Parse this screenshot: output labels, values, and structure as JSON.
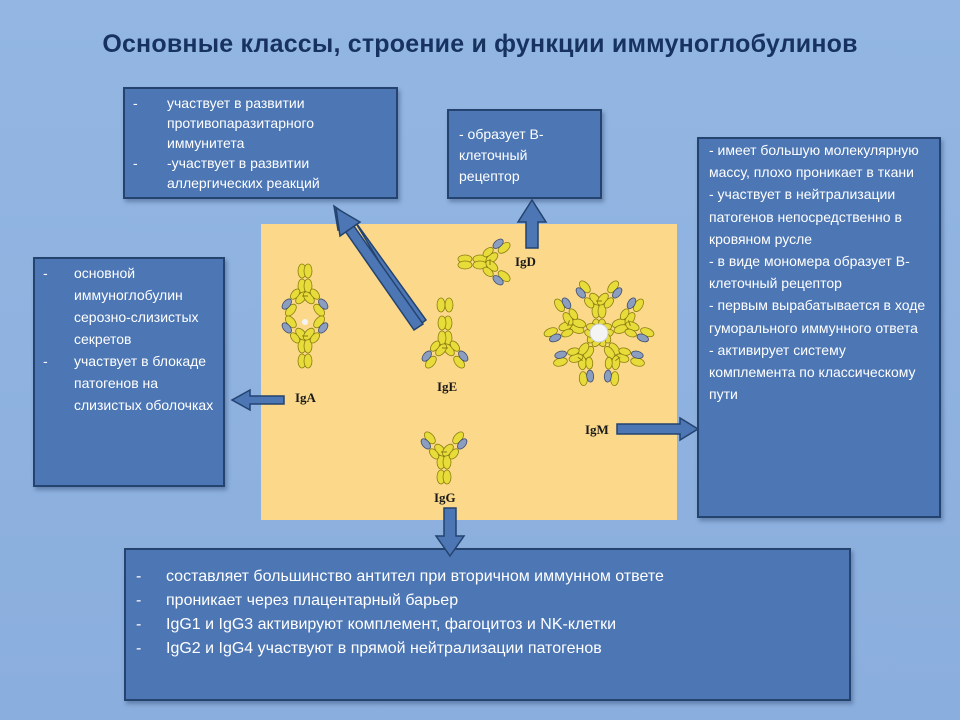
{
  "title": "Основные классы, строение и функции иммуноглобулинов",
  "labels": {
    "iga": "IgA",
    "ige": "IgE",
    "igd": "IgD",
    "igm": "IgM",
    "igg": "IgG"
  },
  "boxes": {
    "ige": [
      "участвует в развитии противопаразитарного иммунитета",
      "-участвует в развитии аллергических реакций"
    ],
    "igd": "- образует В-клеточный рецептор",
    "iga": [
      "основной иммуноглобулин серозно-слизистых секретов",
      "участвует в блокаде патогенов на слизистых оболочках"
    ],
    "igm": [
      "- имеет большую молекулярную массу, плохо проникает в ткани",
      "- участвует в нейтрализации патогенов непосредственно в кровяном русле",
      "- в виде мономера образует В-клеточный рецептор",
      "- первым вырабатывается в ходе гуморального иммунного ответа",
      "- активирует систему комплемента по классическому пути"
    ],
    "igg": [
      "составляет большинство антител при вторичном иммунном ответе",
      "проникает через плацентарный барьер",
      "IgG1 и IgG3 активируют комплемент, фагоцитоз и NK-клетки",
      "IgG2 и IgG4 участвуют в прямой нейтрализации патогенов"
    ]
  },
  "colors": {
    "background": "#8fb2e0",
    "box": "#4c76b4",
    "box_border": "#24436f",
    "panel": "#fcd98a",
    "arrow": "#4c76b4",
    "title": "#17325e",
    "chain": "#e8dc3a",
    "light_chain": "#8c9ec0"
  }
}
